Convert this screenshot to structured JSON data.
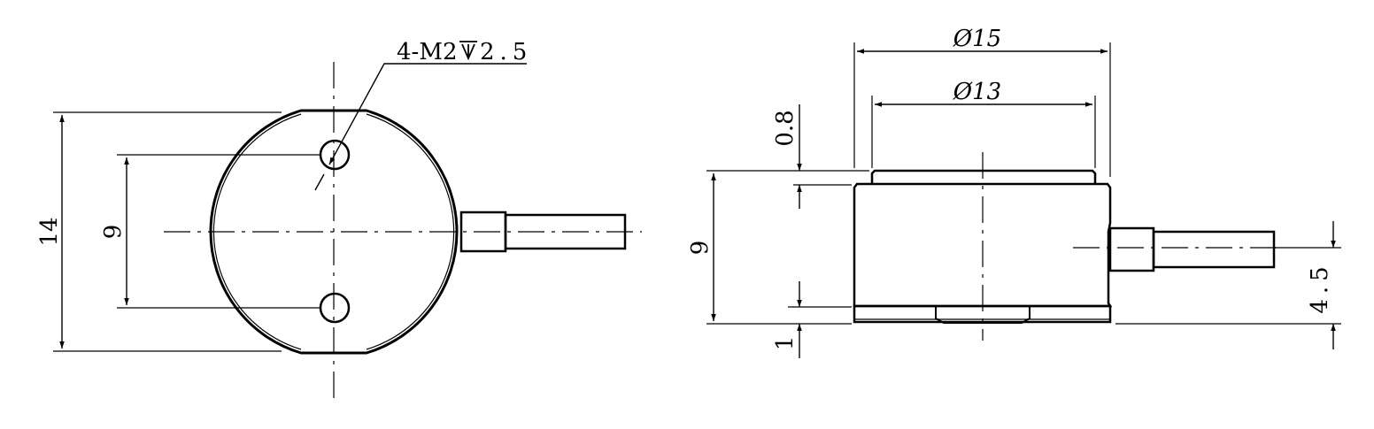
{
  "annotations": {
    "hole_callout": "4-M2",
    "hole_depth": "2.5"
  },
  "front_view": {
    "height_dim": "14",
    "hole_spacing_dim": "9"
  },
  "side_view": {
    "outer_diameter": "Ø15",
    "inner_diameter": "Ø13",
    "top_step": "0.8",
    "total_height": "9",
    "bottom_step": "1",
    "cable_height": "4.5"
  },
  "colors": {
    "line": "#000000",
    "background": "#ffffff"
  }
}
